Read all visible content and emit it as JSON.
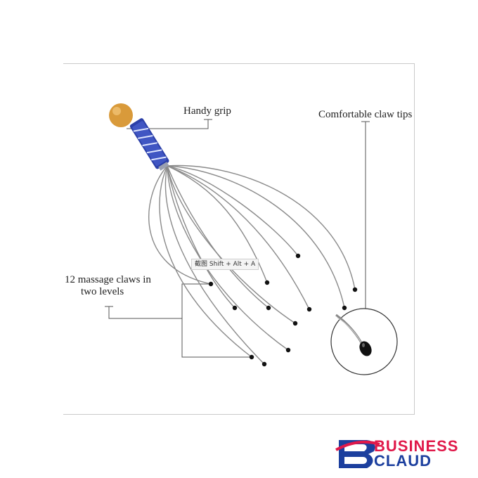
{
  "labels": {
    "grip": "Handy grip",
    "tips": "Comfortable claw tips",
    "claws_line1": "12 massage claws in",
    "claws_line2": "two levels"
  },
  "tooltip": {
    "prefix": "截图",
    "shortcut": "Shift + Alt + A"
  },
  "brand": {
    "word1": "BUSINESS",
    "word2": "CLAUD",
    "colors": {
      "accent": "#e0194a",
      "primary": "#1c3f9e"
    }
  },
  "product": {
    "colors": {
      "ball": "#d99a3a",
      "handle": "#2b3fa8",
      "wire": "#8a8a8a",
      "tip": "#111111"
    }
  }
}
